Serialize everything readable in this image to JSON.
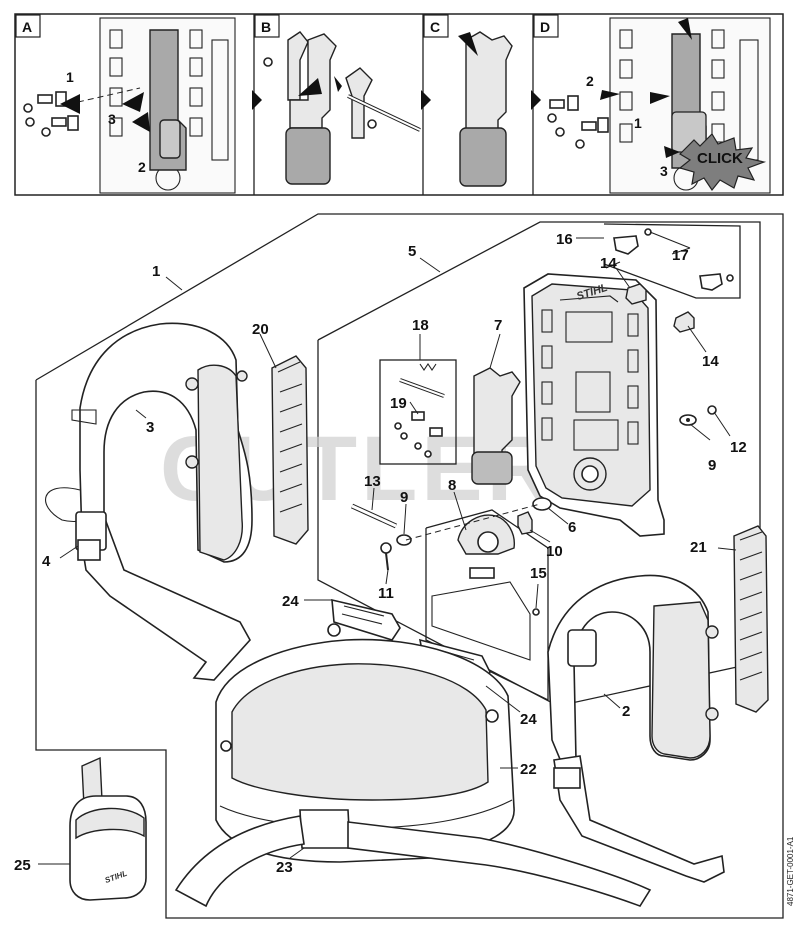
{
  "step_panels": [
    {
      "letter": "A",
      "callouts": [
        "1",
        "3",
        "2"
      ]
    },
    {
      "letter": "B",
      "callouts": []
    },
    {
      "letter": "C",
      "callouts": []
    },
    {
      "letter": "D",
      "callouts": [
        "2",
        "1",
        "3"
      ],
      "click_text": "CLICK"
    }
  ],
  "watermark": "CUTLERS",
  "brand_mark": "STIHL",
  "part_labels": {
    "p1": "1",
    "p2": "2",
    "p3": "3",
    "p4": "4",
    "p5": "5",
    "p6": "6",
    "p7": "7",
    "p8": "8",
    "p9a": "9",
    "p9b": "9",
    "p10": "10",
    "p11": "11",
    "p12": "12",
    "p13": "13",
    "p14a": "14",
    "p14b": "14",
    "p15": "15",
    "p16": "16",
    "p17": "17",
    "p18": "18",
    "p19": "19",
    "p20": "20",
    "p21": "21",
    "p22": "22",
    "p23": "23",
    "p24a": "24",
    "p24b": "24",
    "p25": "25"
  },
  "figure_code": "4871-GET-0001-A1"
}
